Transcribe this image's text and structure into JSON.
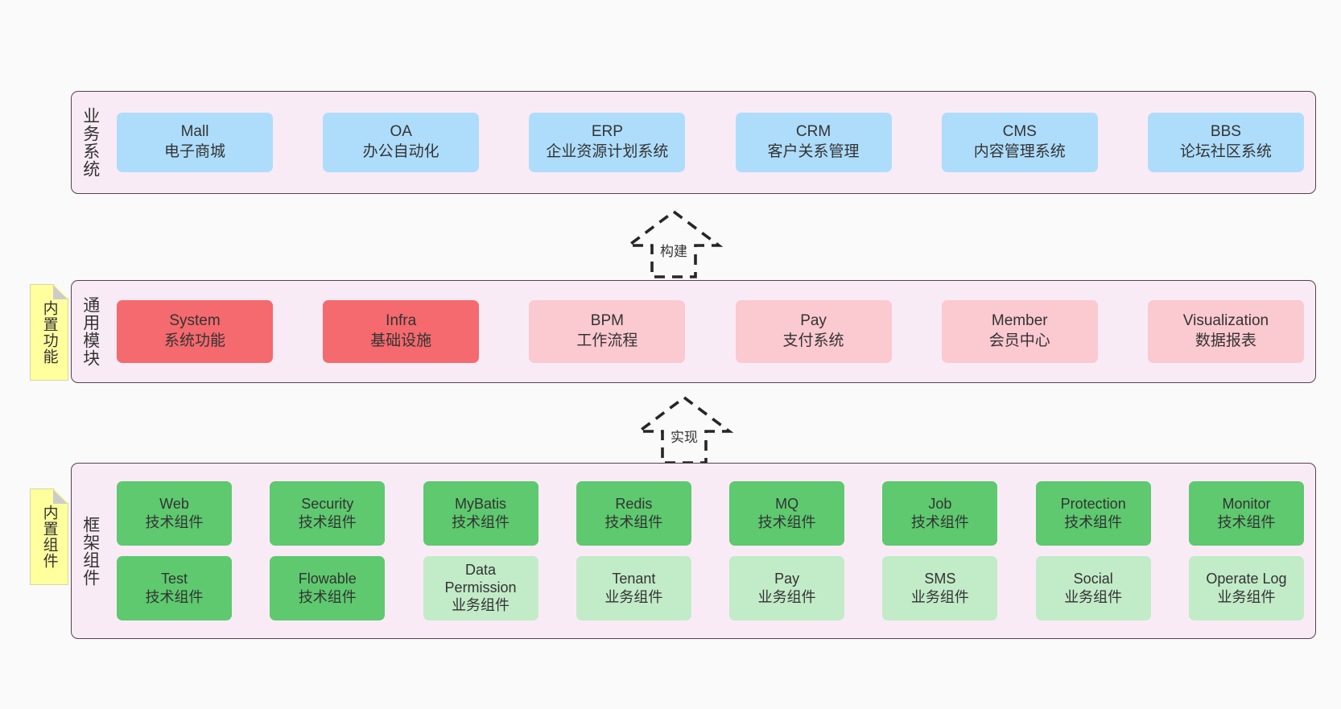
{
  "diagram": {
    "title_hidden": "",
    "background_color": "#fafafa",
    "layer_fill": "#f9ebf6",
    "layer_border": "#55424f"
  },
  "notes": [
    {
      "id": "builtin-function",
      "text": "内置功能",
      "color": "#ffff9e"
    },
    {
      "id": "builtin-component",
      "text": "内置组件",
      "color": "#ffff9e"
    }
  ],
  "connectors": [
    {
      "id": "build",
      "label": "构建",
      "style": "dashed-generalization",
      "direction": "up"
    },
    {
      "id": "implement",
      "label": "实现",
      "style": "dashed-generalization",
      "direction": "up"
    }
  ],
  "layers": [
    {
      "id": "business",
      "title": "业务系统",
      "rows": [
        {
          "cards": [
            {
              "en": "Mall",
              "cn": "电子商城",
              "color": "#aeddfb",
              "variant": "blue"
            },
            {
              "en": "OA",
              "cn": "办公自动化",
              "color": "#aeddfb",
              "variant": "blue"
            },
            {
              "en": "ERP",
              "cn": "企业资源计划系统",
              "color": "#aeddfb",
              "variant": "blue"
            },
            {
              "en": "CRM",
              "cn": "客户关系管理",
              "color": "#aeddfb",
              "variant": "blue"
            },
            {
              "en": "CMS",
              "cn": "内容管理系统",
              "color": "#aeddfb",
              "variant": "blue"
            },
            {
              "en": "BBS",
              "cn": "论坛社区系统",
              "color": "#aeddfb",
              "variant": "blue"
            }
          ]
        }
      ]
    },
    {
      "id": "common",
      "title": "通用模块",
      "rows": [
        {
          "cards": [
            {
              "en": "System",
              "cn": "系统功能",
              "color": "#f46a6e",
              "variant": "red"
            },
            {
              "en": "Infra",
              "cn": "基础设施",
              "color": "#f46a6e",
              "variant": "red"
            },
            {
              "en": "BPM",
              "cn": "工作流程",
              "color": "#fbc9d0",
              "variant": "pink"
            },
            {
              "en": "Pay",
              "cn": "支付系统",
              "color": "#fbc9d0",
              "variant": "pink"
            },
            {
              "en": "Member",
              "cn": "会员中心",
              "color": "#fbc9d0",
              "variant": "pink"
            },
            {
              "en": "Visualization",
              "cn": "数据报表",
              "color": "#fbc9d0",
              "variant": "pink"
            }
          ]
        }
      ]
    },
    {
      "id": "framework",
      "title": "框架组件",
      "rows": [
        {
          "cards": [
            {
              "en": "Web",
              "cn": "技术组件",
              "color": "#5ec96f",
              "variant": "green"
            },
            {
              "en": "Security",
              "cn": "技术组件",
              "color": "#5ec96f",
              "variant": "green"
            },
            {
              "en": "MyBatis",
              "cn": "技术组件",
              "color": "#5ec96f",
              "variant": "green"
            },
            {
              "en": "Redis",
              "cn": "技术组件",
              "color": "#5ec96f",
              "variant": "green"
            },
            {
              "en": "MQ",
              "cn": "技术组件",
              "color": "#5ec96f",
              "variant": "green"
            },
            {
              "en": "Job",
              "cn": "技术组件",
              "color": "#5ec96f",
              "variant": "green"
            },
            {
              "en": "Protection",
              "cn": "技术组件",
              "color": "#5ec96f",
              "variant": "green"
            },
            {
              "en": "Monitor",
              "cn": "技术组件",
              "color": "#5ec96f",
              "variant": "green"
            }
          ]
        },
        {
          "cards": [
            {
              "en": "Test",
              "cn": "技术组件",
              "color": "#5ec96f",
              "variant": "green"
            },
            {
              "en": "Flowable",
              "cn": "技术组件",
              "color": "#5ec96f",
              "variant": "green"
            },
            {
              "en": "Data Permission",
              "cn": "业务组件",
              "color": "#c2ebc8",
              "variant": "lightgreen"
            },
            {
              "en": "Tenant",
              "cn": "业务组件",
              "color": "#c2ebc8",
              "variant": "lightgreen"
            },
            {
              "en": "Pay",
              "cn": "业务组件",
              "color": "#c2ebc8",
              "variant": "lightgreen"
            },
            {
              "en": "SMS",
              "cn": "业务组件",
              "color": "#c2ebc8",
              "variant": "lightgreen"
            },
            {
              "en": "Social",
              "cn": "业务组件",
              "color": "#c2ebc8",
              "variant": "lightgreen"
            },
            {
              "en": "Operate Log",
              "cn": "业务组件",
              "color": "#c2ebc8",
              "variant": "lightgreen"
            }
          ]
        }
      ]
    }
  ]
}
